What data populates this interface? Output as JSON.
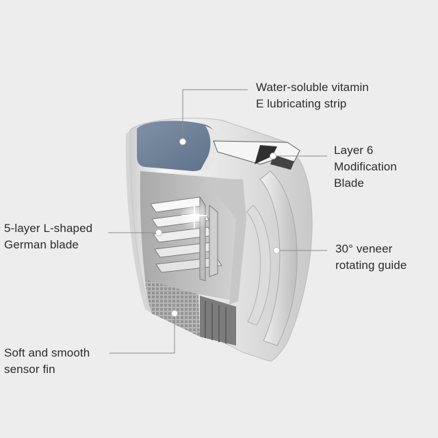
{
  "colors": {
    "background": "#ededed",
    "body_light": "#f4f4f4",
    "body_mid": "#d7d7d7",
    "body_dark": "#9c9c9c",
    "strip_blue": "#6f8298",
    "leader_line": "#8c8c8c",
    "text": "#2b2b2b"
  },
  "callouts": [
    {
      "id": "lubricating-strip",
      "lines": [
        "Water-soluble vitamin",
        "E lubricating strip"
      ]
    },
    {
      "id": "layer6-blade",
      "lines": [
        "Layer 6",
        "Modification",
        "Blade"
      ]
    },
    {
      "id": "german-blade",
      "lines": [
        "5-layer L-shaped",
        "German blade"
      ]
    },
    {
      "id": "veneer-guide",
      "lines": [
        "30° veneer",
        "rotating guide"
      ]
    },
    {
      "id": "sensor-fin",
      "lines": [
        "Soft and smooth",
        "sensor fin"
      ]
    }
  ]
}
